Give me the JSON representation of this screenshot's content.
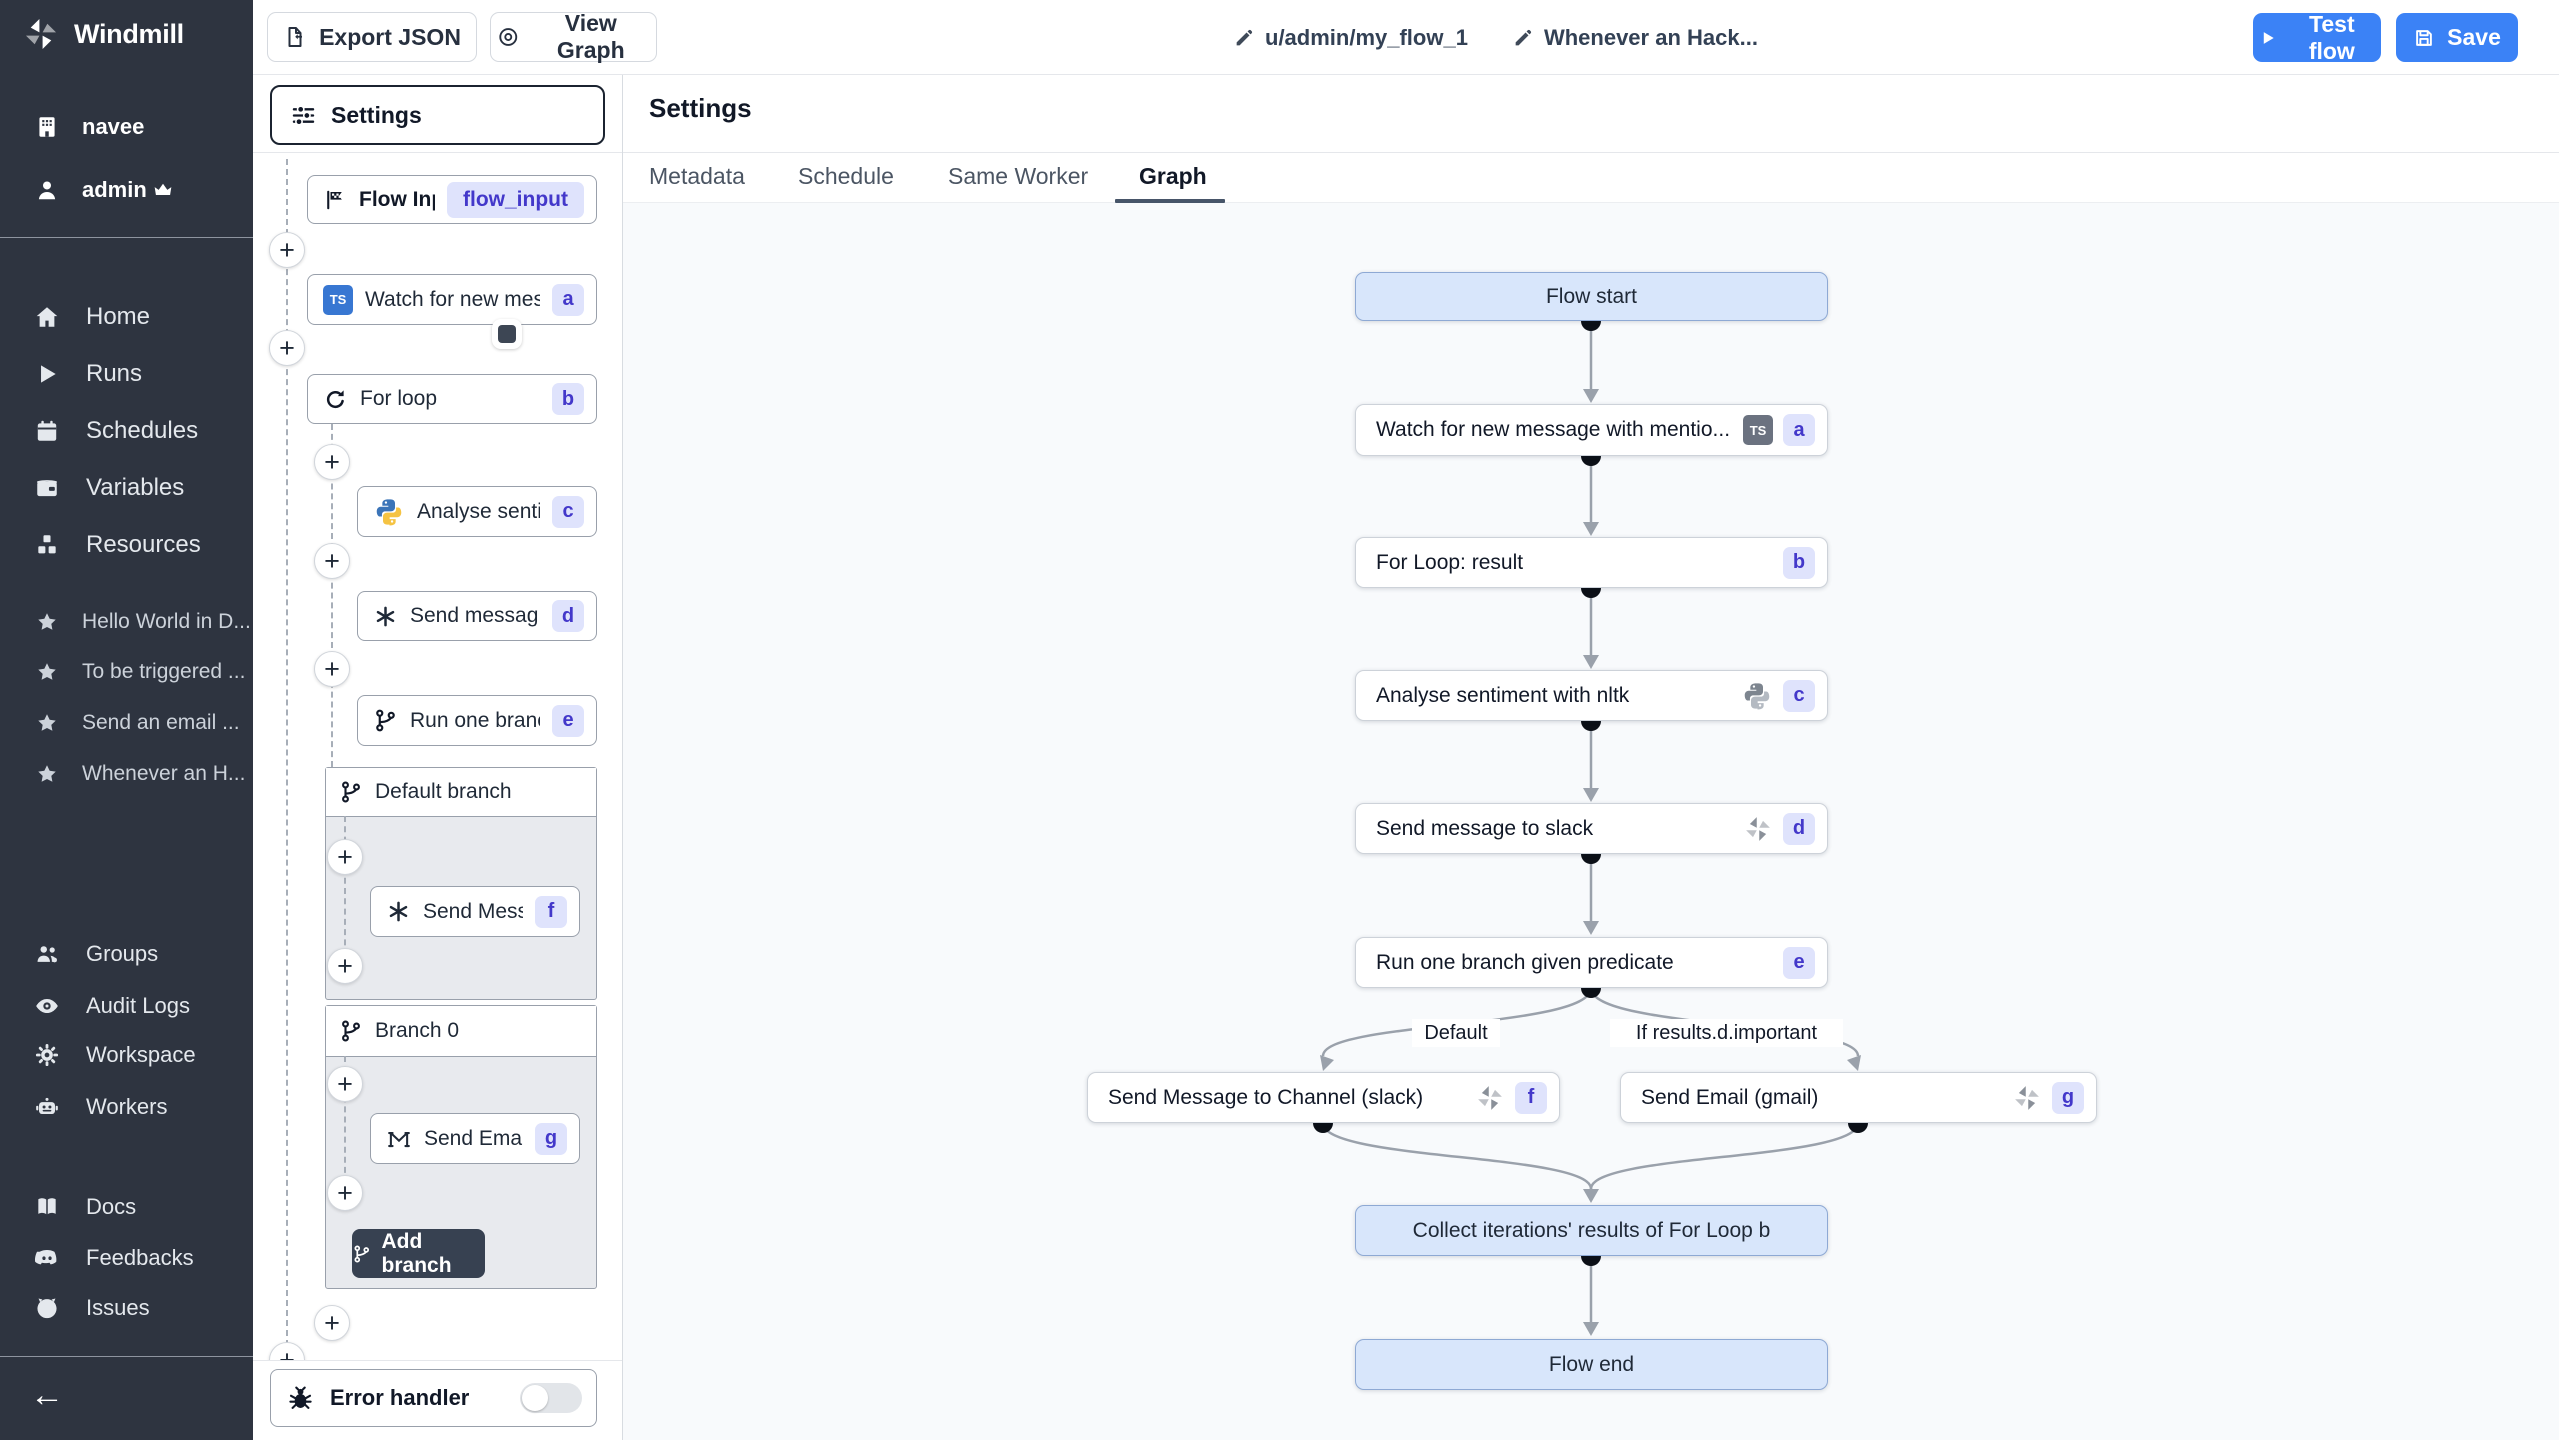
{
  "topbar": {
    "logo": "Windmill",
    "export_json": "Export JSON",
    "view_graph": "View Graph",
    "path": "u/admin/my_flow_1",
    "flow_name": "Whenever an Hack...",
    "test_flow": "Test flow",
    "save": "Save"
  },
  "sidebar": {
    "workspace": "navee",
    "user": "admin",
    "nav": [
      "Home",
      "Runs",
      "Schedules",
      "Variables",
      "Resources"
    ],
    "favorites": [
      "Hello World in D...",
      "To be triggered ...",
      "Send an email ...",
      "Whenever an H..."
    ],
    "admin": [
      "Groups",
      "Audit Logs",
      "Workspace",
      "Workers"
    ],
    "links": [
      "Docs",
      "Feedbacks",
      "Issues"
    ]
  },
  "panel": {
    "settings": "Settings",
    "flow_input": {
      "label": "Flow Input",
      "badge": "flow_input"
    },
    "watch": {
      "label": "Watch for new mes...",
      "badge": "a"
    },
    "for_loop": {
      "label": "For loop",
      "badge": "b"
    },
    "analyse": {
      "label": "Analyse senti...",
      "badge": "c"
    },
    "send_message": {
      "label": "Send messag...",
      "badge": "d"
    },
    "run_one_branch": {
      "label": "Run one branch",
      "badge": "e"
    },
    "default_branch": "Default branch",
    "send_message_f": {
      "label": "Send Mess...",
      "badge": "f"
    },
    "branch_0": "Branch 0",
    "send_email_g": {
      "label": "Send Emai...",
      "badge": "g"
    },
    "add_branch": "Add branch",
    "error_handler": "Error handler"
  },
  "main": {
    "title": "Settings",
    "tabs": [
      "Metadata",
      "Schedule",
      "Same Worker",
      "Graph"
    ],
    "active_tab": "Graph"
  },
  "graph": {
    "flow_start": "Flow start",
    "watch": {
      "label": "Watch for new message with mentio...",
      "badge": "a"
    },
    "for_loop": {
      "label": "For Loop: result",
      "badge": "b"
    },
    "analyse": {
      "label": "Analyse sentiment with nltk",
      "badge": "c"
    },
    "send_slack": {
      "label": "Send message to slack",
      "badge": "d"
    },
    "run_one": {
      "label": "Run one branch given predicate",
      "badge": "e"
    },
    "branch_labels": {
      "left": "Default",
      "right": "If results.d.important"
    },
    "send_channel": {
      "label": "Send Message to Channel (slack)",
      "badge": "f"
    },
    "send_email": {
      "label": "Send Email (gmail)",
      "badge": "g"
    },
    "collect": "Collect iterations' results of For Loop b",
    "flow_end": "Flow end"
  },
  "icons": {
    "plus": "+",
    "back_arrow": "←",
    "ts": "TS"
  },
  "colors": {
    "accent_blue": "#3b82f6",
    "sidebar_bg": "#2e3440",
    "badge_bg": "#dfe3fc",
    "badge_text": "#4338ca",
    "virtual_node_bg": "#d8e6fb",
    "graph_bg": "#f8fafc",
    "add_branch_bg": "#374151"
  }
}
